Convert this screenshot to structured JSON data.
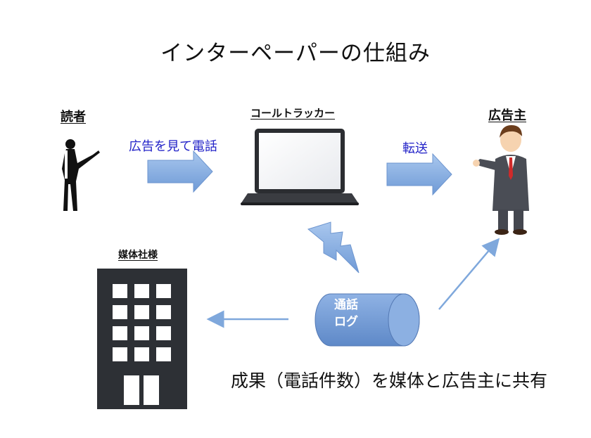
{
  "title": "インターペーパーの仕組み",
  "nodes": {
    "reader": "読者",
    "call_tracker": "コールトラッカー",
    "advertiser": "広告主",
    "media_company": "媒体社様"
  },
  "edges": {
    "reader_to_tracker": "広告を見て電話",
    "tracker_to_advertiser": "転送"
  },
  "call_log": {
    "line1": "通話",
    "line2": "ログ"
  },
  "caption": "成果（電話件数）を媒体と広告主に共有",
  "colors": {
    "arrow_blue": "#7fa8dc",
    "label_blue": "#2323c8",
    "building": "#2d3035",
    "cylinder": "#6d97d4"
  }
}
